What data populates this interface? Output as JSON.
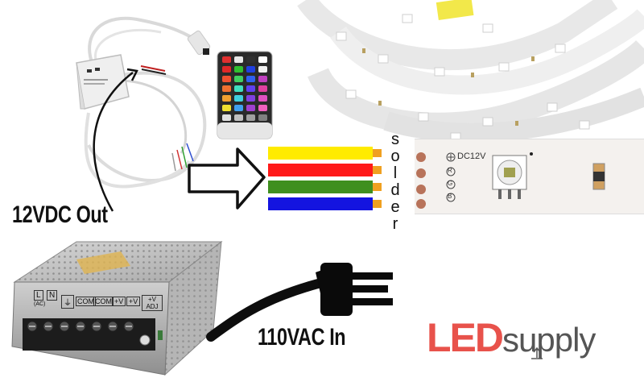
{
  "labels": {
    "out_label": "12VDC Out",
    "in_label": "110VAC In",
    "solder_letters": [
      "s",
      "o",
      "l",
      "d",
      "e",
      "r"
    ],
    "strip_print": "DC12V",
    "strip_pads": [
      "R",
      "G",
      "B"
    ],
    "psu_terminals": [
      "L",
      "N",
      "⏚",
      "COM",
      "COM",
      "+V",
      "+V",
      "+V ADJ"
    ],
    "psu_ac_mark": "(AC)"
  },
  "logo": {
    "part1": "LED",
    "part2": "supply"
  },
  "colors": {
    "wire_yellow": "#ffeb00",
    "wire_red": "#ff1a1a",
    "wire_green": "#3f8f1f",
    "wire_blue": "#1414e0",
    "solder_pad": "#f0a020",
    "logo_red": "#e8524b",
    "logo_gray": "#555555"
  },
  "remote_buttons": [
    [
      "#e03030",
      "#e8e8e8",
      "#303030",
      "#ffffff"
    ],
    [
      "#e02828",
      "#30c030",
      "#2040e0",
      "#f0f0f0"
    ],
    [
      "#f05030",
      "#40d060",
      "#3060f0",
      "#c040c0"
    ],
    [
      "#f07030",
      "#40e0c0",
      "#6040f0",
      "#e040a0"
    ],
    [
      "#f0a030",
      "#40d0e0",
      "#8040e0",
      "#e050c0"
    ],
    [
      "#f0e030",
      "#40a0f0",
      "#a040d0",
      "#f060c0"
    ],
    [
      "#e0e0e0",
      "#c0c0c0",
      "#a0a0a0",
      "#808080"
    ]
  ],
  "icons": [
    "controller-box-icon",
    "ir-remote-icon",
    "arrow-icon",
    "power-supply-icon",
    "plug-icon",
    "led-strip-icon"
  ]
}
